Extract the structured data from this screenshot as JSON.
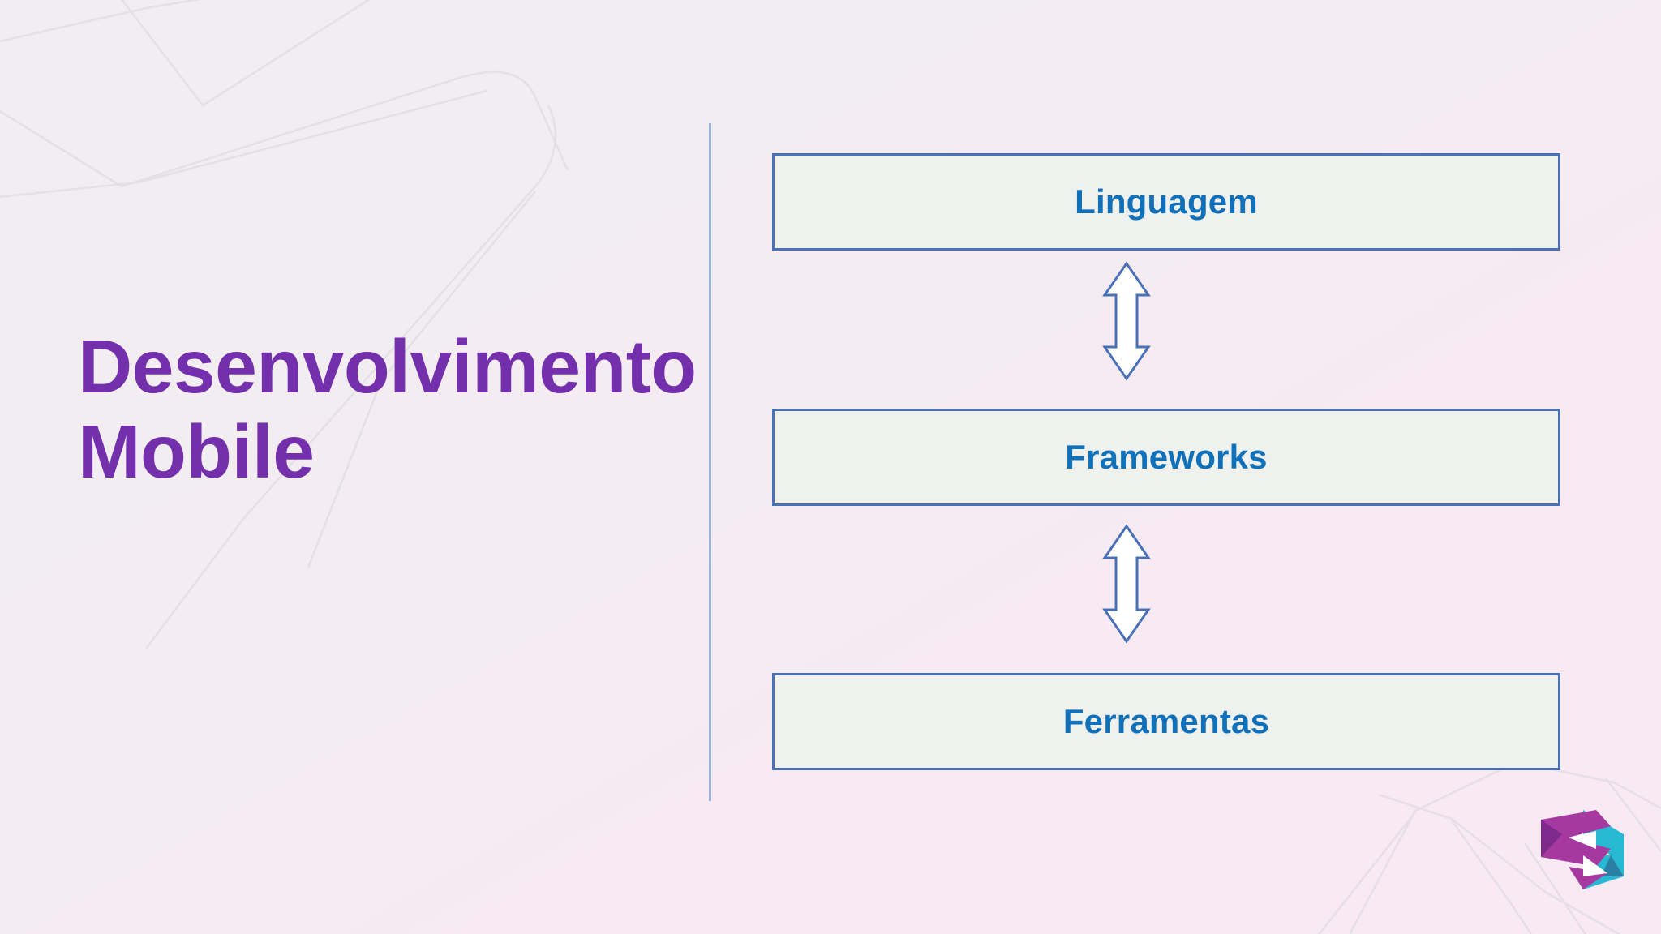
{
  "slide": {
    "title": "Desenvolvimento\nMobile",
    "title_color": "#7430ac",
    "background_top_color": "#f0eef2",
    "background_bottom_color": "#f8e9f3",
    "divider_color": "#9ab4da"
  },
  "diagram": {
    "type": "vertical-stack-bidirectional",
    "box_fill_color": "#eff1ee",
    "box_border_color": "#4a71b5",
    "box_label_color": "#1070b9",
    "arrow_fill_color": "#ffffff",
    "arrow_border_color": "#4a71b5",
    "boxes": [
      {
        "label": "Linguagem"
      },
      {
        "label": "Frameworks"
      },
      {
        "label": "Ferramentas"
      }
    ],
    "connectors": [
      {
        "direction": "bidirectional",
        "from": "Linguagem",
        "to": "Frameworks"
      },
      {
        "direction": "bidirectional",
        "from": "Frameworks",
        "to": "Ferramentas"
      }
    ]
  },
  "logo": {
    "name": "brand-logo",
    "primary_color": "#a6399f",
    "secondary_color": "#27b9d4",
    "accent_color": "#7d2a8c"
  }
}
